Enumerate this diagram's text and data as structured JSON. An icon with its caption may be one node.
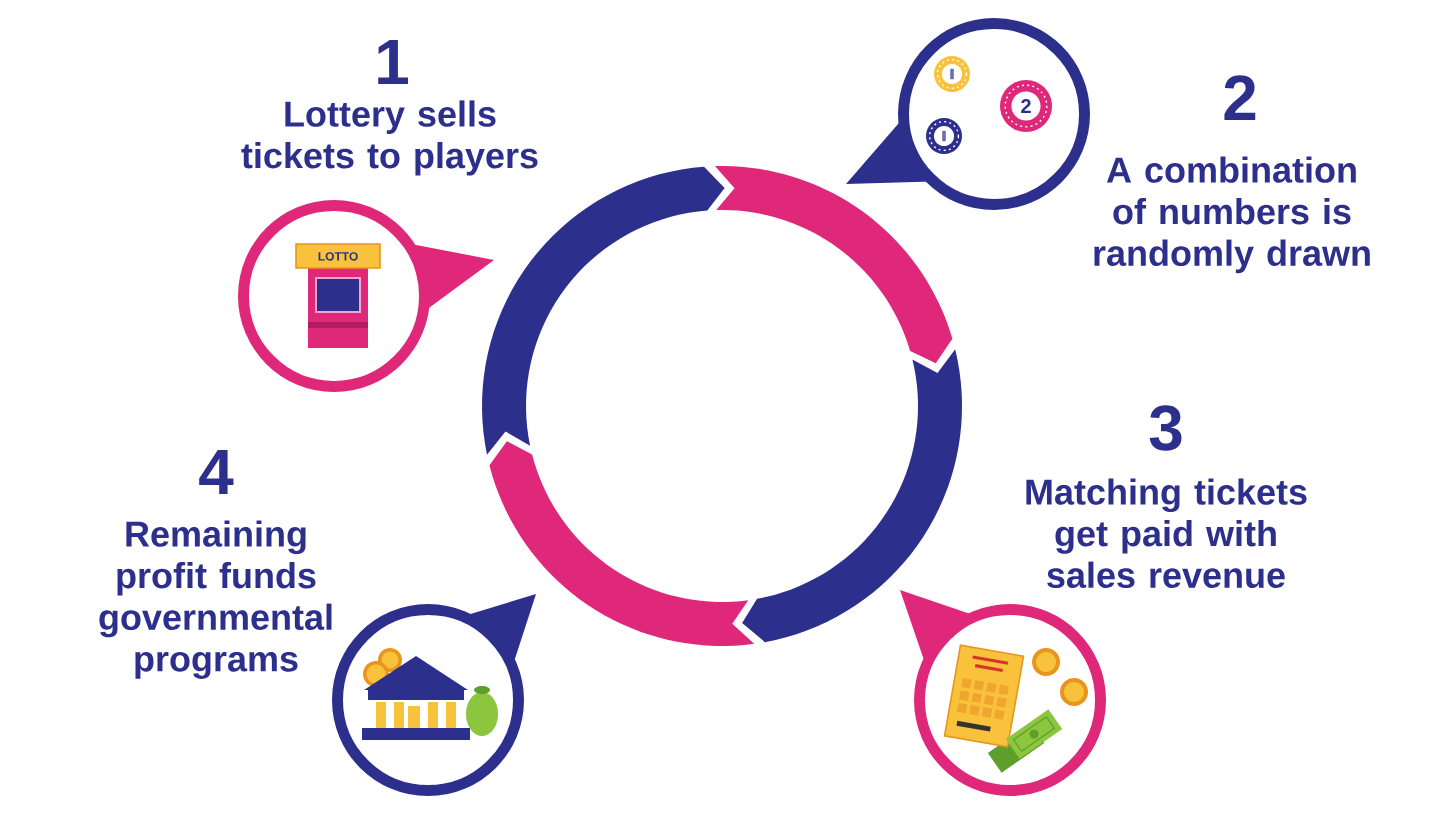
{
  "diagram": {
    "nodes": [
      {
        "text": [],
        "shape": "circle",
        "beside": [
          "1",
          "Lottery sells tickets to players"
        ]
      },
      {
        "text": [],
        "shape": "circle",
        "beside": [
          "2",
          "A combination of numbers is randomly drawn"
        ]
      },
      {
        "text": [],
        "shape": "circle",
        "beside": [
          "3",
          "Matching tickets get paid with sales revenue"
        ]
      },
      {
        "text": [],
        "shape": "circle",
        "beside": [
          "4",
          "Remaining profit funds governmental programs"
        ]
      }
    ],
    "labels": [
      "LOTTO",
      "2"
    ]
  }
}
